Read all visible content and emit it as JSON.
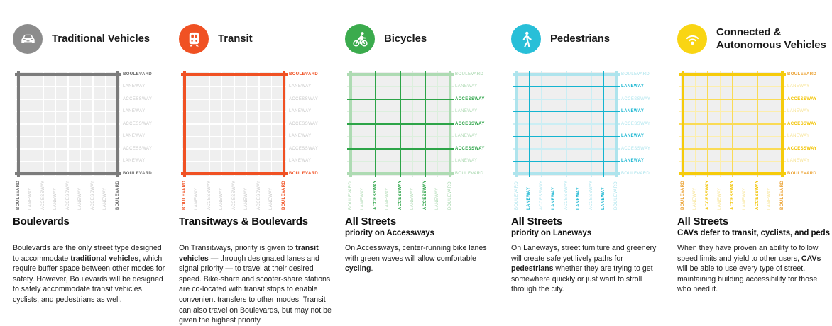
{
  "street_sequence": [
    "BOULEVARD",
    "LANEWAY",
    "ACCESSWAY",
    "LANEWAY",
    "ACCESSWAY",
    "LANEWAY",
    "ACCESSWAY",
    "LANEWAY",
    "BOULEVARD"
  ],
  "grid_cell_color": "#EFEFEF",
  "columns": [
    {
      "icon": "car-icon",
      "title": "Traditional Vehicles",
      "color": "#8C8C8C",
      "heading": "Boulevards",
      "body": [
        {
          "t": "Boulevards are the only street type designed to accommodate "
        },
        {
          "t": "traditional vehicles",
          "b": true
        },
        {
          "t": ", which require buffer space between other modes for safety. However, Boulevards will be designed to safely accommodate transit vehicles, cyclists, and pedestrians as well."
        }
      ],
      "line_styles": {
        "BOULEVARD": {
          "color": "#7C7C7C",
          "weight": 3.5,
          "z": 2
        },
        "LANEWAY": {
          "color": "#FFFFFF",
          "weight": 1.6,
          "z": 0
        },
        "ACCESSWAY": {
          "color": "#FFFFFF",
          "weight": 1.6,
          "z": 0
        }
      },
      "label_styles": {
        "BOULEVARD": {
          "color": "#6A6A6A",
          "bold": true
        },
        "LANEWAY": {
          "color": "#C9C9C9",
          "bold": false
        },
        "ACCESSWAY": {
          "color": "#C9C9C9",
          "bold": false
        }
      }
    },
    {
      "icon": "train-icon",
      "title": "Transit",
      "color": "#F05123",
      "heading": "Transitways & Boulevards",
      "body": [
        {
          "t": "On Transitways, priority is given to "
        },
        {
          "t": "transit vehicles",
          "b": true
        },
        {
          "t": " — through designated lanes and signal priority — to travel at their desired speed. Bike-share and scooter-share stations are co-located with transit stops to enable convenient transfers to other modes. Transit can also travel on Boulevards, but may not be given the highest priority."
        }
      ],
      "line_styles": {
        "BOULEVARD": {
          "color": "#F05123",
          "weight": 3.5,
          "z": 2
        },
        "LANEWAY": {
          "color": "#FFFFFF",
          "weight": 1.6,
          "z": 0
        },
        "ACCESSWAY": {
          "color": "#FFFFFF",
          "weight": 1.6,
          "z": 0
        }
      },
      "label_styles": {
        "BOULEVARD": {
          "color": "#F05123",
          "bold": true
        },
        "LANEWAY": {
          "color": "#C9C9C9",
          "bold": false
        },
        "ACCESSWAY": {
          "color": "#C9C9C9",
          "bold": false
        }
      }
    },
    {
      "icon": "bicycle-icon",
      "title": "Bicycles",
      "color": "#3BAB4D",
      "heading": "All Streets",
      "subheading": "priority on Accessways",
      "body": [
        {
          "t": "On Accessways, center-running bike lanes with green waves will allow comfortable "
        },
        {
          "t": "cycling",
          "b": true
        },
        {
          "t": "."
        }
      ],
      "line_styles": {
        "BOULEVARD": {
          "color": "#AEDBB3",
          "weight": 3.5,
          "z": 1
        },
        "LANEWAY": {
          "color": "#DCEFDD",
          "weight": 1.6,
          "z": 0
        },
        "ACCESSWAY": {
          "color": "#2DA448",
          "weight": 2.2,
          "z": 2
        }
      },
      "label_styles": {
        "BOULEVARD": {
          "color": "#9FD3A6",
          "bold": false
        },
        "LANEWAY": {
          "color": "#AFDAB4",
          "bold": false
        },
        "ACCESSWAY": {
          "color": "#2DA448",
          "bold": true
        }
      }
    },
    {
      "icon": "pedestrian-icon",
      "title": "Pedestrians",
      "color": "#28BFD8",
      "heading": "All Streets",
      "subheading": "priority on Laneways",
      "body": [
        {
          "t": "On Laneways, street furniture and greenery will create safe yet lively paths for "
        },
        {
          "t": "pedestrians",
          "b": true
        },
        {
          "t": " whether they are trying to get somewhere quickly or just want to stroll through the city."
        }
      ],
      "line_styles": {
        "BOULEVARD": {
          "color": "#AEE4ED",
          "weight": 3.5,
          "z": 1
        },
        "LANEWAY": {
          "color": "#14B4D0",
          "weight": 1.7,
          "z": 2
        },
        "ACCESSWAY": {
          "color": "#CBEEF4",
          "weight": 1.6,
          "z": 0
        }
      },
      "label_styles": {
        "BOULEVARD": {
          "color": "#A5E1EB",
          "bold": false
        },
        "LANEWAY": {
          "color": "#14B4D0",
          "bold": true
        },
        "ACCESSWAY": {
          "color": "#AEE5EE",
          "bold": false
        }
      }
    },
    {
      "icon": "wifi-icon",
      "title": "Connected & Autonomous Vehicles",
      "color": "#F9D513",
      "heading": "All Streets",
      "subheading": "CAVs defer to transit, cyclists, and peds",
      "body": [
        {
          "t": "When they have proven an ability to follow speed limits and yield to other users, "
        },
        {
          "t": "CAVs",
          "b": true
        },
        {
          "t": " will be able to use every type of street, maintaining building accessibility for those who need it."
        }
      ],
      "line_styles": {
        "BOULEVARD": {
          "color": "#F6CB0B",
          "weight": 3.5,
          "z": 2
        },
        "LANEWAY": {
          "color": "#FCEEAC",
          "weight": 1.6,
          "z": 0
        },
        "ACCESSWAY": {
          "color": "#FADB55",
          "weight": 2.2,
          "z": 1
        }
      },
      "label_styles": {
        "BOULEVARD": {
          "color": "#EBA233",
          "bold": true
        },
        "LANEWAY": {
          "color": "#F7E391",
          "bold": false
        },
        "ACCESSWAY": {
          "color": "#F2C300",
          "bold": true
        }
      }
    }
  ]
}
